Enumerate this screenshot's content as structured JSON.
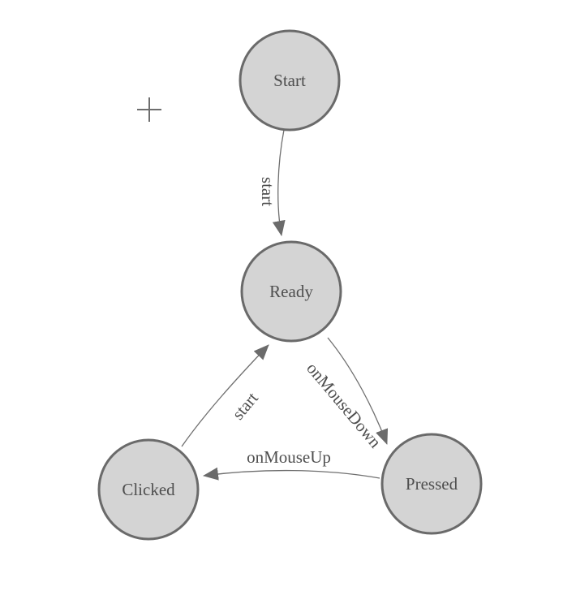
{
  "diagram": {
    "type": "state-machine",
    "nodes": [
      {
        "id": "start",
        "label": "Start"
      },
      {
        "id": "ready",
        "label": "Ready"
      },
      {
        "id": "clicked",
        "label": "Clicked"
      },
      {
        "id": "pressed",
        "label": "Pressed"
      }
    ],
    "edges": [
      {
        "from": "Start",
        "to": "Ready",
        "label": "start"
      },
      {
        "from": "Ready",
        "to": "Pressed",
        "label": "onMouseDown"
      },
      {
        "from": "Pressed",
        "to": "Clicked",
        "label": "onMouseUp"
      },
      {
        "from": "Clicked",
        "to": "Ready",
        "label": "start"
      }
    ],
    "colors": {
      "background": "#ffffff",
      "node_fill": "#d4d4d4",
      "node_border": "#6a6a6a",
      "edge_line": "#6f6f6f",
      "arrowhead": "#6b6b6b",
      "label_text": "#4e4e4e",
      "crosshair": "#6e6e6e"
    },
    "cursor": {
      "icon": "plus-crosshair"
    }
  }
}
